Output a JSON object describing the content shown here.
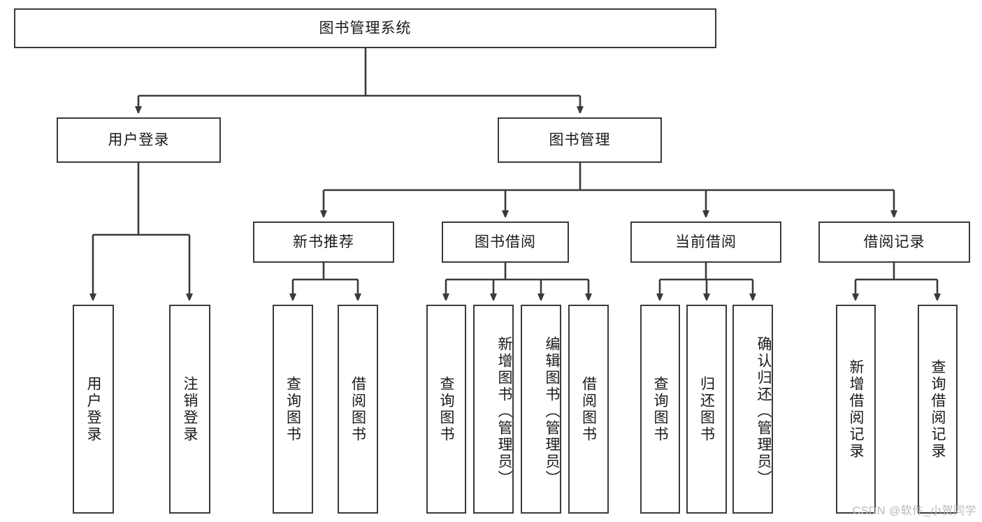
{
  "diagram": {
    "type": "tree",
    "title": "图书管理系统",
    "watermark": "CSDN @软件_小贺同学",
    "colors": {
      "border": "#3a3a3a",
      "background": "#ffffff",
      "text": "#1a1a1a",
      "watermark": "#b9b9b9"
    },
    "nodes": {
      "root": {
        "label": "图书管理系统"
      },
      "level2": [
        {
          "label": "用户登录"
        },
        {
          "label": "图书管理"
        }
      ],
      "level3": [
        {
          "label": "新书推荐"
        },
        {
          "label": "图书借阅"
        },
        {
          "label": "当前借阅"
        },
        {
          "label": "借阅记录"
        }
      ],
      "leaves": {
        "user_login": [
          {
            "label": "用户登录"
          },
          {
            "label": "注销登录"
          }
        ],
        "new_book_recommend": [
          {
            "label": "查询图书"
          },
          {
            "label": "借阅图书"
          }
        ],
        "book_borrow": [
          {
            "label": "查询图书"
          },
          {
            "label": "新增图书（管理员）"
          },
          {
            "label": "编辑图书（管理员）"
          },
          {
            "label": "借阅图书"
          }
        ],
        "current_borrow": [
          {
            "label": "查询图书"
          },
          {
            "label": "归还图书"
          },
          {
            "label": "确认归还（管理员）"
          }
        ],
        "borrow_record": [
          {
            "label": "新增借阅记录"
          },
          {
            "label": "查询借阅记录"
          }
        ]
      }
    }
  }
}
